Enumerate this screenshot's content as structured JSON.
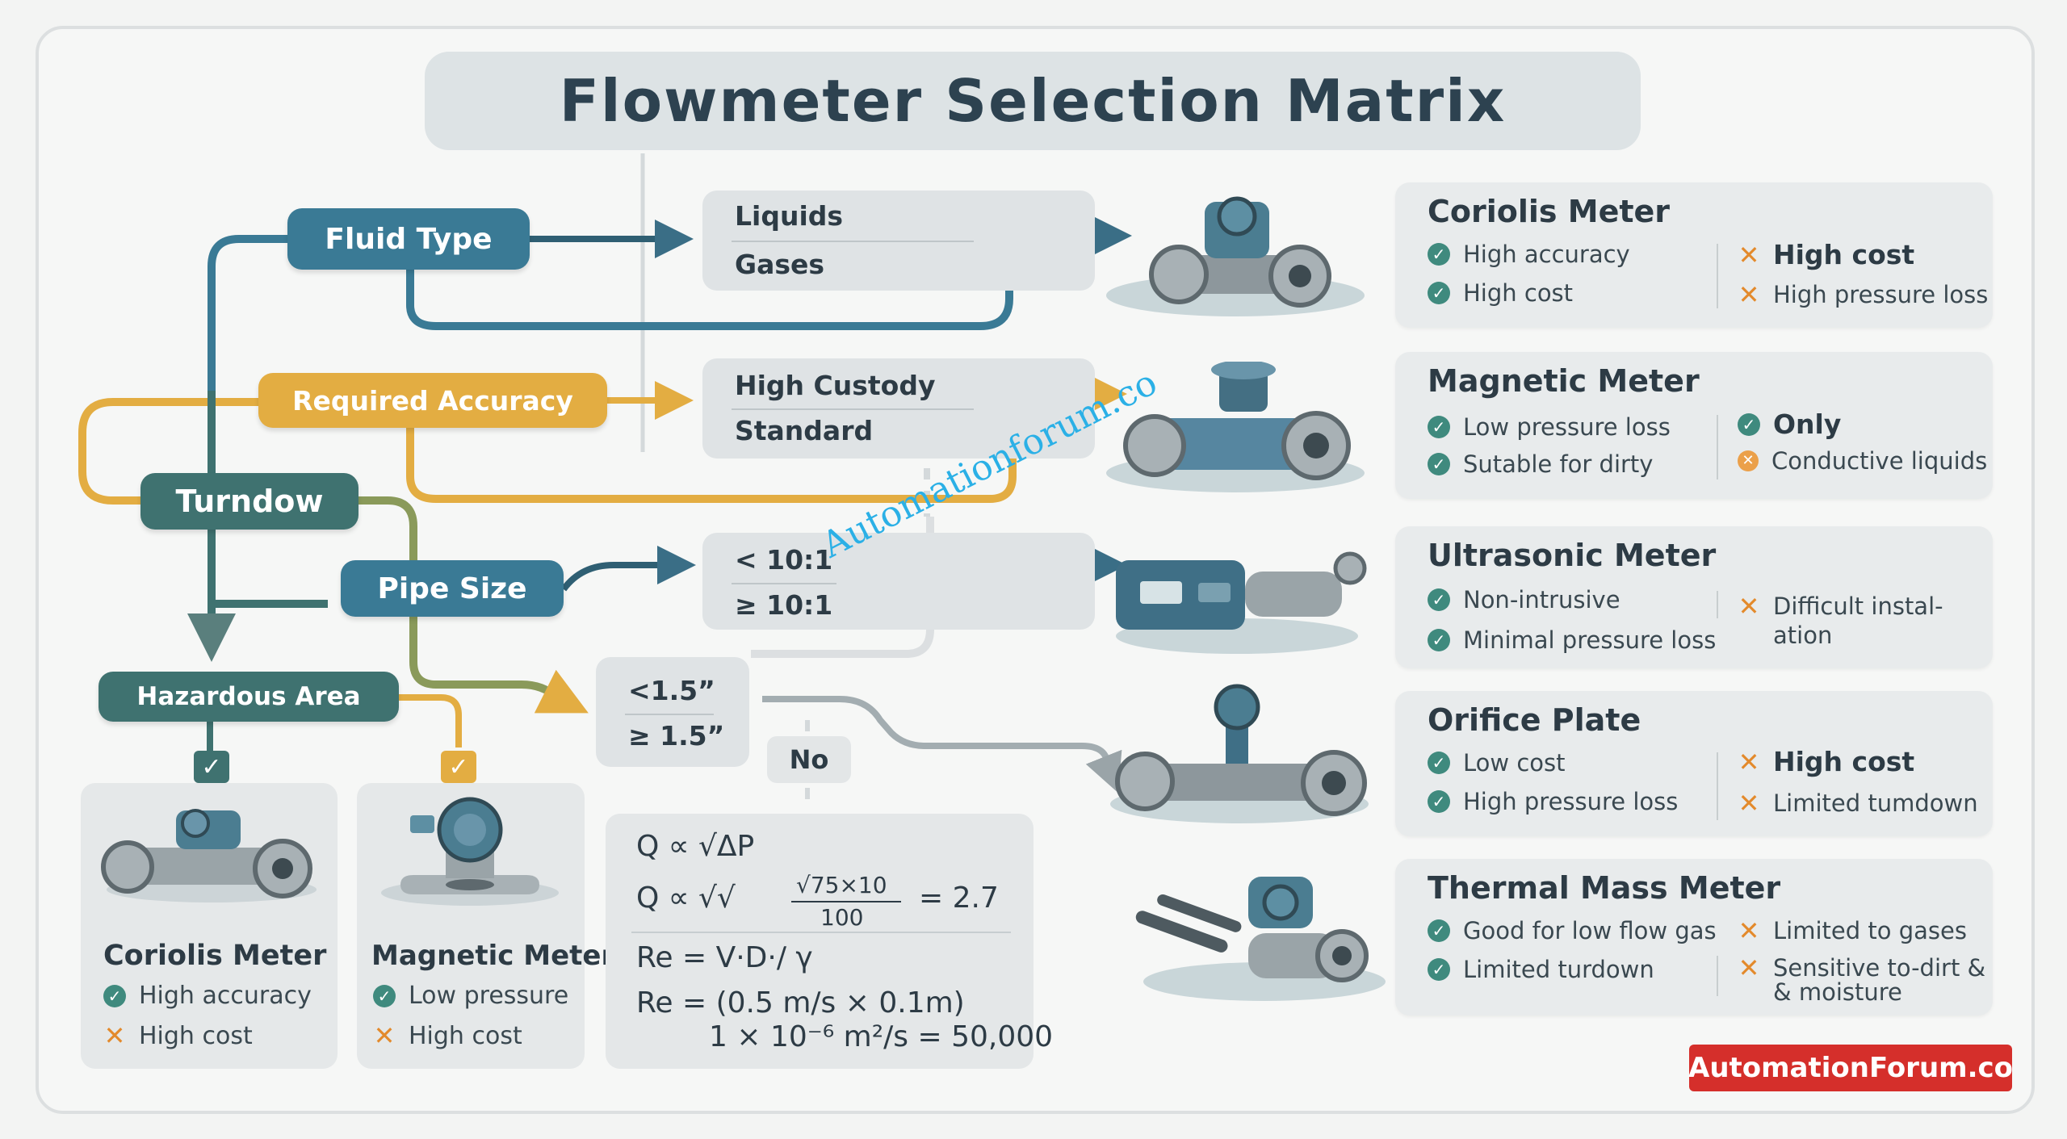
{
  "title": "Flowmeter Selection Matrix",
  "criteria": {
    "fluid_type": "Fluid Type",
    "required_accuracy": "Required Accuracy",
    "turndown": "Turndow",
    "pipe_size": "Pipe Size",
    "hazardous_area": "Hazardous Area"
  },
  "options": {
    "fluid": [
      "Liquids",
      "Gases"
    ],
    "accuracy": [
      "High Custody",
      "Standard"
    ],
    "turndown": [
      "< 10:1",
      "≥ 10:1"
    ],
    "pipe": [
      "<1.5”",
      "≥ 1.5”"
    ],
    "no_label": "No"
  },
  "check_mark": "✓",
  "cross_mark": "✕",
  "meters": [
    {
      "name": "Coriolis Meter",
      "pros": [
        {
          "icon": "check",
          "text": "High accuracy"
        },
        {
          "icon": "check",
          "text": "High cost"
        }
      ],
      "cons": [
        {
          "icon": "cross",
          "text": "High cost",
          "bold": true
        },
        {
          "icon": "cross",
          "text": "High pressure loss"
        }
      ]
    },
    {
      "name": "Magnetic Meter",
      "pros": [
        {
          "icon": "check",
          "text": "Low pressure loss"
        },
        {
          "icon": "check",
          "text": "Sutable for dirty"
        }
      ],
      "cons": [
        {
          "icon": "check",
          "text": "Only",
          "bold": true
        },
        {
          "icon": "ring",
          "text": "Conductive liquids"
        }
      ]
    },
    {
      "name": "Ultrasonic Meter",
      "pros": [
        {
          "icon": "check",
          "text": "Non-intrusive"
        },
        {
          "icon": "check",
          "text": "Minimal pressure loss"
        }
      ],
      "cons": [
        {
          "icon": "cross",
          "text": "Difficult instal-"
        },
        {
          "icon": "none",
          "text": "ation"
        }
      ]
    },
    {
      "name": "Orifice Plate",
      "pros": [
        {
          "icon": "check",
          "text": "Low cost"
        },
        {
          "icon": "check",
          "text": "High pressure loss"
        }
      ],
      "cons": [
        {
          "icon": "cross",
          "text": "High cost",
          "bold": true
        },
        {
          "icon": "cross",
          "text": "Limited tumdown"
        }
      ]
    },
    {
      "name": "Thermal Mass Meter",
      "pros": [
        {
          "icon": "check",
          "text": "Good for low flow gas"
        },
        {
          "icon": "check",
          "text": "Limited turdown"
        }
      ],
      "cons": [
        {
          "icon": "cross",
          "text": "Limited to gases"
        },
        {
          "icon": "cross",
          "text": "Sensitive to-dirt &"
        },
        {
          "icon": "none",
          "text": "& moisture"
        }
      ]
    }
  ],
  "bottom_cards": [
    {
      "name": "Coriolis Meter",
      "items": [
        {
          "icon": "check",
          "text": "High accuracy"
        },
        {
          "icon": "cross",
          "text": "High cost"
        }
      ]
    },
    {
      "name": "Magnetic Meter",
      "items": [
        {
          "icon": "check",
          "text": "Low pressure"
        },
        {
          "icon": "cross",
          "text": "High cost"
        }
      ]
    }
  ],
  "formulas": {
    "line1": "Q ∝ √ΔP",
    "line2a": "Q ∝ √√",
    "line2_num": "√75×10",
    "line2_den": "100",
    "line2_result": "= 2.7",
    "line3": "Re = V·D·/ γ",
    "line4": "Re = (0.5 m/s × 0.1m)",
    "line5": "1 × 10⁻⁶ m²/s = 50,000"
  },
  "watermark": "Automationforum.co",
  "brand": "AutomationForum.co",
  "colors": {
    "blue": "#3a7a95",
    "teal": "#3f7270",
    "gold": "#e3ad42",
    "olive": "#8a9a5a",
    "check": "#3f8a7e",
    "cross": "#e38a2c",
    "brand_red": "#d52f2b"
  }
}
